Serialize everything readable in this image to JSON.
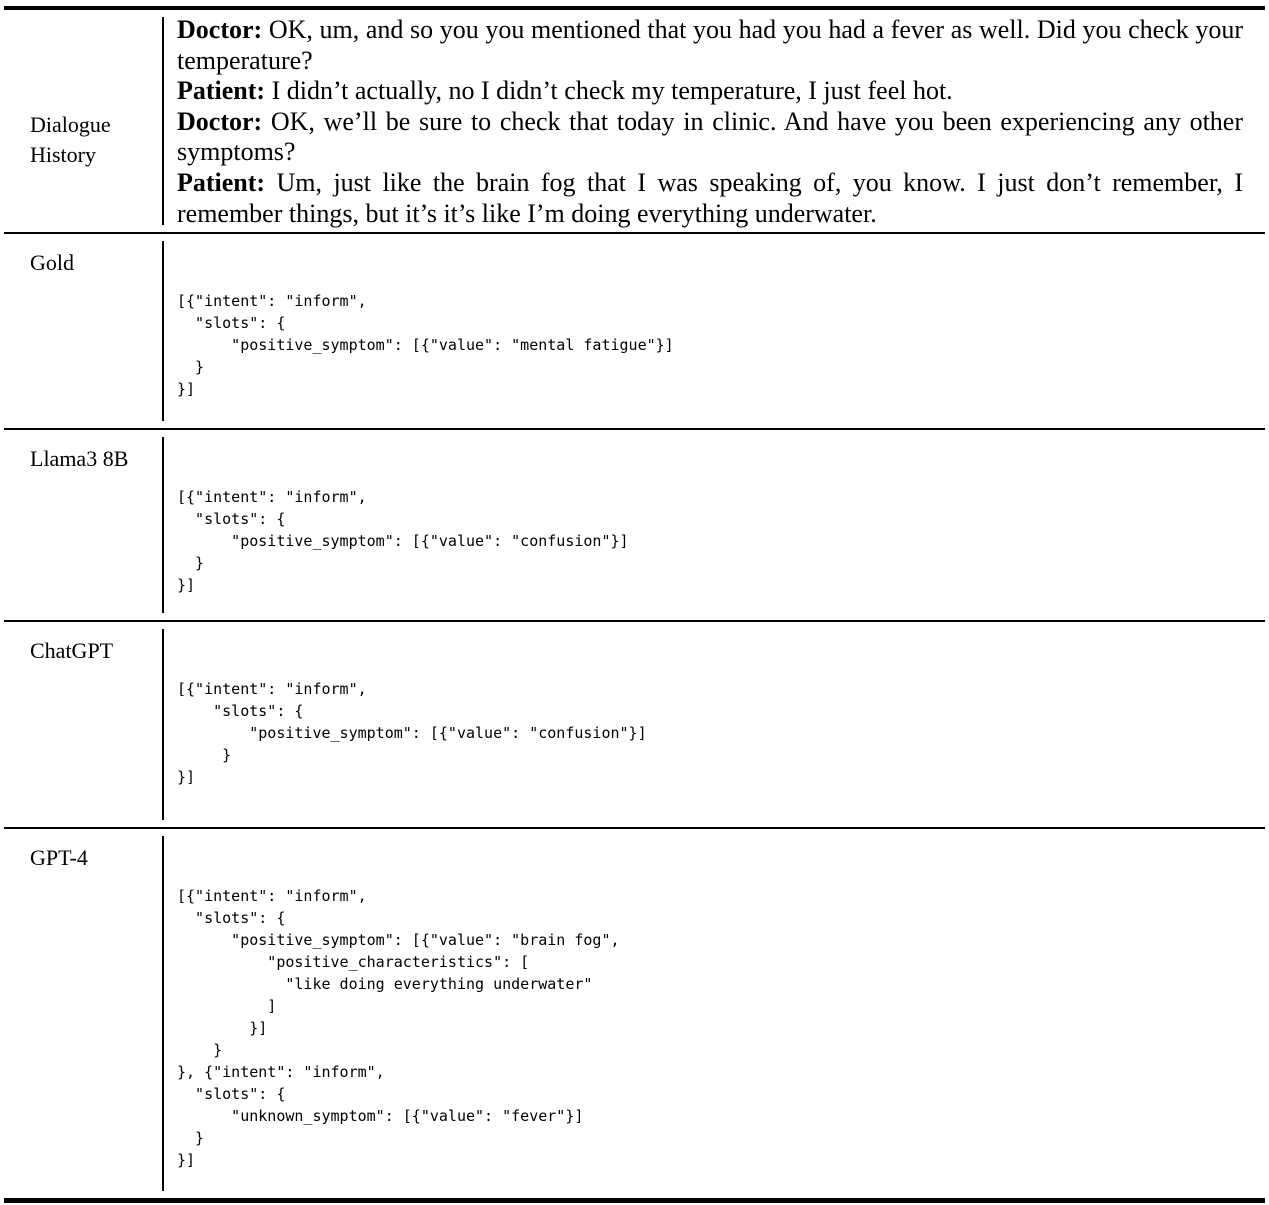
{
  "colors": {
    "text": "#000000",
    "background": "#ffffff",
    "rule": "#000000"
  },
  "table": {
    "row_labels": [
      "Dialogue History",
      "Gold",
      "Llama3 8B",
      "ChatGPT",
      "GPT-4"
    ]
  },
  "dialogue": {
    "label": "Dialogue History",
    "turns": [
      {
        "speaker": "Doctor:",
        "text": "OK, um, and so you you mentioned that you had you had a fever as well. Did you check your temperature?"
      },
      {
        "speaker": "Patient:",
        "text": "I didn’t actually, no I didn’t check my temperature, I just feel hot."
      },
      {
        "speaker": "Doctor:",
        "text": "OK, we’ll be sure to check that today in clinic. And have you been experiencing any other symptoms?"
      },
      {
        "speaker": "Patient:",
        "text": "Um, just like the brain fog that I was speaking of, you know.  I just don’t remember, I remember things, but it’s it’s like I’m doing everything underwater."
      }
    ]
  },
  "outputs": {
    "gold": {
      "label": "Gold",
      "code": "[{\"intent\": \"inform\",\n  \"slots\": {\n      \"positive_symptom\": [{\"value\": \"mental fatigue\"}]\n  }\n}]"
    },
    "llama3_8b": {
      "label": "Llama3 8B",
      "code": "[{\"intent\": \"inform\",\n  \"slots\": {\n      \"positive_symptom\": [{\"value\": \"confusion\"}]\n  }\n}]"
    },
    "chatgpt": {
      "label": "ChatGPT",
      "code": "[{\"intent\": \"inform\",\n    \"slots\": {\n        \"positive_symptom\": [{\"value\": \"confusion\"}]\n     }\n}]"
    },
    "gpt4": {
      "label": "GPT-4",
      "code": "[{\"intent\": \"inform\",\n  \"slots\": {\n      \"positive_symptom\": [{\"value\": \"brain fog\",\n          \"positive_characteristics\": [\n            \"like doing everything underwater\"\n          ]\n        }]\n    }\n}, {\"intent\": \"inform\",\n  \"slots\": {\n      \"unknown_symptom\": [{\"value\": \"fever\"}]\n  }\n}]"
    }
  }
}
